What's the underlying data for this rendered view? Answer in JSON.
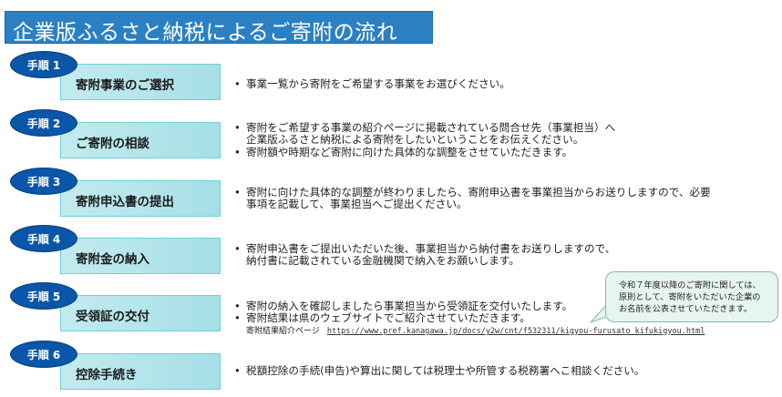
{
  "title": "企業版ふるさと納税によるご寄附の流れ",
  "colors": {
    "title_bg": "#2b80c4",
    "badge": "#0a56a8",
    "step_box": "#b4e5ea",
    "callout_bg": "#e6f5ee"
  },
  "steps": [
    {
      "badge": "手順 1",
      "label": "寄附事業のご選択",
      "lines": [
        {
          "bullet": true,
          "text": "事業一覧から寄附をご希望する事業をお選びください。"
        }
      ]
    },
    {
      "badge": "手順 2",
      "label": "ご寄附の相談",
      "lines": [
        {
          "bullet": true,
          "text": "寄附をご希望する事業の紹介ページに掲載されている問合せ先（事業担当）へ"
        },
        {
          "bullet": false,
          "text": "企業版ふるさと納税による寄附をしたいということをお伝えください。"
        },
        {
          "bullet": true,
          "text": "寄附額や時期など寄附に向けた具体的な調整をさせていただきます。"
        }
      ]
    },
    {
      "badge": "手順 3",
      "label": "寄附申込書の提出",
      "lines": [
        {
          "bullet": true,
          "text": "寄附に向けた具体的な調整が終わりましたら、寄附申込書を事業担当からお送りしますので、必要"
        },
        {
          "bullet": false,
          "text": "事項を記載して、事業担当へご提出ください。"
        }
      ]
    },
    {
      "badge": "手順 4",
      "label": "寄附金の納入",
      "lines": [
        {
          "bullet": true,
          "text": "寄附申込書をご提出いただいた後、事業担当から納付書をお送りしますので、"
        },
        {
          "bullet": false,
          "text": "納付書に記載されている金融機関で納入をお願いします。"
        }
      ]
    },
    {
      "badge": "手順 5",
      "label": "受領証の交付",
      "lines": [
        {
          "bullet": true,
          "text": "寄附の納入を確認しましたら事業担当から受領証を交付いたします。"
        },
        {
          "bullet": true,
          "text": "寄附結果は県のウェブサイトでご紹介させていただきます。"
        }
      ],
      "link_label": "寄附結果紹介ページ",
      "link_url": "https://www.pref.kanagawa.jp/docs/y2w/cnt/f532311/kigyou-furusato_kifukigyou.html"
    },
    {
      "badge": "手順 6",
      "label": "控除手続き",
      "lines": [
        {
          "bullet": true,
          "text": "税額控除の手続(申告)や算出に関しては税理士や所管する税務署へこ相談ください。"
        }
      ]
    }
  ],
  "callout": {
    "lines": [
      "令和７年度以降のご寄附に関しては、",
      "原則として、寄附をいただいた企業の",
      "お名前を公表させていただきます。"
    ]
  }
}
